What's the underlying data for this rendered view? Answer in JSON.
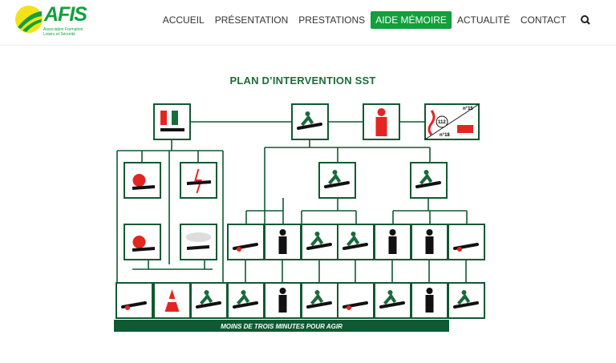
{
  "logo": {
    "name": "AFIS",
    "subtitle": "Association Formation Loisirs et Sécurité"
  },
  "nav": {
    "items": [
      {
        "label": "ACCUEIL",
        "active": false
      },
      {
        "label": "PRÉSENTATION",
        "active": false
      },
      {
        "label": "PRESTATIONS",
        "active": false
      },
      {
        "label": "AIDE MÉMOIRE",
        "active": true
      },
      {
        "label": "ACTUALITÉ",
        "active": false
      },
      {
        "label": "CONTACT",
        "active": false
      }
    ],
    "search_icon": "search-icon"
  },
  "page": {
    "title": "PLAN D’INTERVENTION SST"
  },
  "diagram": {
    "alert_labels": {
      "samu": "n°15",
      "europe": "112",
      "pompiers": "n°18"
    },
    "footer": "MOINS DE TROIS MINUTES POUR AGIR",
    "colors": {
      "green": "#1a6b3c",
      "dark_green": "#0f5a32",
      "red": "#e52521",
      "black": "#111111"
    }
  }
}
